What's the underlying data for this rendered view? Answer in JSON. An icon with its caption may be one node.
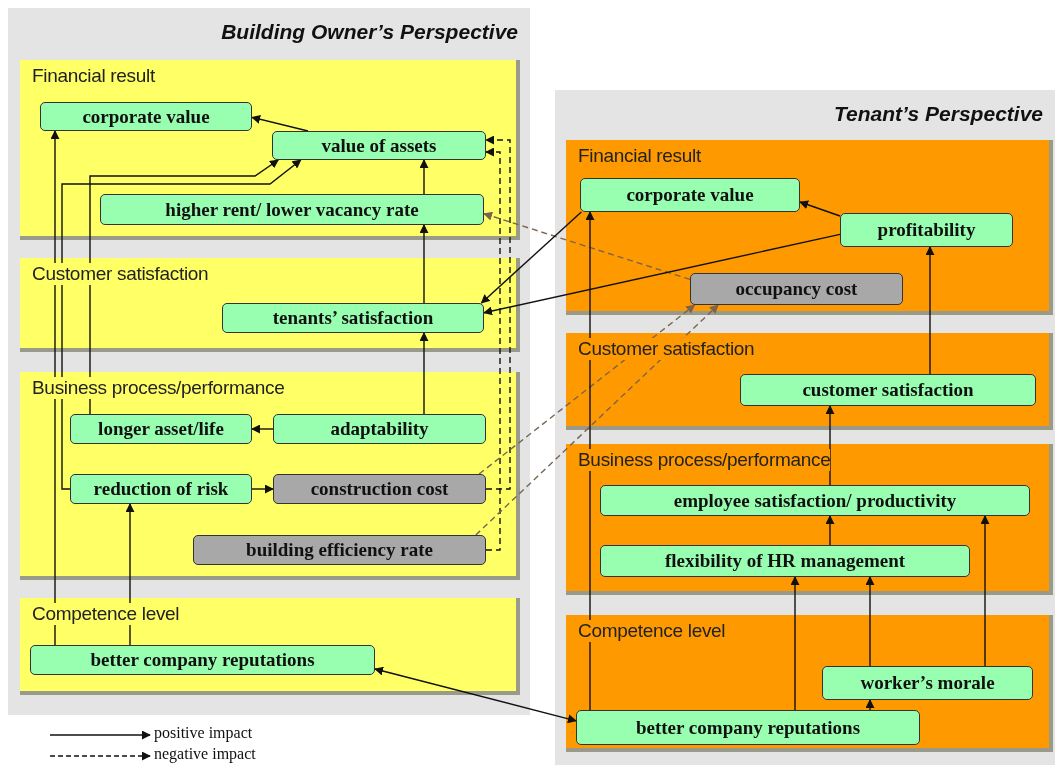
{
  "diagram": {
    "nodes": [
      {
        "text": [
          "Building Owner’s Perspective"
        ]
      },
      {
        "text": [
          "Financial result"
        ],
        "in": 0
      },
      {
        "text": [
          "corporate value"
        ],
        "in": 1
      },
      {
        "text": [
          "value of assets"
        ],
        "in": 1
      },
      {
        "text": [
          "higher rent/ lower vacancy rate"
        ],
        "in": 1
      },
      {
        "text": [
          "Customer satisfaction"
        ],
        "in": 0
      },
      {
        "text": [
          "tenants’ satisfaction"
        ],
        "in": 5
      },
      {
        "text": [
          "Business process/performance"
        ],
        "in": 0
      },
      {
        "text": [
          "longer asset/life"
        ],
        "in": 7
      },
      {
        "text": [
          "adaptability"
        ],
        "in": 7
      },
      {
        "text": [
          "reduction of risk"
        ],
        "in": 7
      },
      {
        "text": [
          "construction cost"
        ],
        "in": 7
      },
      {
        "text": [
          "building efficiency rate"
        ],
        "in": 7
      },
      {
        "text": [
          "Competence level"
        ],
        "in": 0
      },
      {
        "text": [
          "better company reputations"
        ],
        "in": 13
      },
      {
        "text": [
          "Tenant’s Perspective"
        ]
      },
      {
        "text": [
          "Financial result"
        ],
        "in": 15
      },
      {
        "text": [
          "corporate value"
        ],
        "in": 16
      },
      {
        "text": [
          "profitability"
        ],
        "in": 16
      },
      {
        "text": [
          "occupancy cost"
        ],
        "in": 16
      },
      {
        "text": [
          "Customer satisfaction"
        ],
        "in": 15
      },
      {
        "text": [
          "customer satisfaction"
        ],
        "in": 20
      },
      {
        "text": [
          "Business process/performance"
        ],
        "in": 15
      },
      {
        "text": [
          "employee satisfaction/ productivity"
        ],
        "in": 22
      },
      {
        "text": [
          "flexibility of HR management"
        ],
        "in": 22
      },
      {
        "text": [
          "Competence level"
        ],
        "in": 15
      },
      {
        "text": [
          "worker’s morale"
        ],
        "in": 25
      },
      {
        "text": [
          "better company reputations"
        ],
        "in": 25
      }
    ],
    "edges": [
      {
        "from": 3,
        "to": 2,
        "arrow": "to"
      },
      {
        "from": 14,
        "to": 2,
        "arrow": "to"
      },
      {
        "from": 8,
        "to": 3,
        "arrow": "to"
      },
      {
        "from": 10,
        "to": 3,
        "arrow": "to"
      },
      {
        "from": 12,
        "to": 3,
        "arrow": "to",
        "style": "dashed"
      },
      {
        "from": 11,
        "to": 3,
        "arrow": "to",
        "style": "dashed"
      },
      {
        "from": 4,
        "to": 3,
        "arrow": "to"
      },
      {
        "from": 6,
        "to": 4,
        "arrow": "to"
      },
      {
        "from": 9,
        "to": 6,
        "arrow": "to"
      },
      {
        "from": 9,
        "to": 8,
        "arrow": "to"
      },
      {
        "from": 10,
        "to": 11,
        "arrow": "to"
      },
      {
        "from": 14,
        "to": 10,
        "arrow": "to"
      },
      {
        "from": 19,
        "to": 4,
        "arrow": "to",
        "style": "dashed",
        "color": "#7a6450"
      },
      {
        "from": 11,
        "to": 19,
        "arrow": "to",
        "style": "dashed",
        "color": "#7a6450"
      },
      {
        "from": 12,
        "to": 19,
        "arrow": "to",
        "style": "dashed",
        "color": "#7a6450"
      },
      {
        "from": 17,
        "to": 6,
        "arrow": "to"
      },
      {
        "from": 18,
        "to": 6,
        "arrow": "to"
      },
      {
        "from": 18,
        "to": 17,
        "arrow": "to"
      },
      {
        "from": 21,
        "to": 18,
        "arrow": "to"
      },
      {
        "from": 23,
        "to": 21,
        "arrow": "to"
      },
      {
        "from": 24,
        "to": 23,
        "arrow": "to"
      },
      {
        "from": 27,
        "to": 17,
        "arrow": "to"
      },
      {
        "from": 27,
        "to": 24,
        "arrow": "to"
      },
      {
        "from": 26,
        "to": 24,
        "arrow": "to"
      },
      {
        "from": 27,
        "to": 26,
        "arrow": "to"
      },
      {
        "from": 26,
        "to": 23,
        "arrow": "to"
      },
      {
        "from": 14,
        "to": 27,
        "arrow": "both"
      }
    ],
    "legend": [
      {
        "text": "positive impact"
      },
      {
        "text": "negative impact"
      }
    ]
  }
}
